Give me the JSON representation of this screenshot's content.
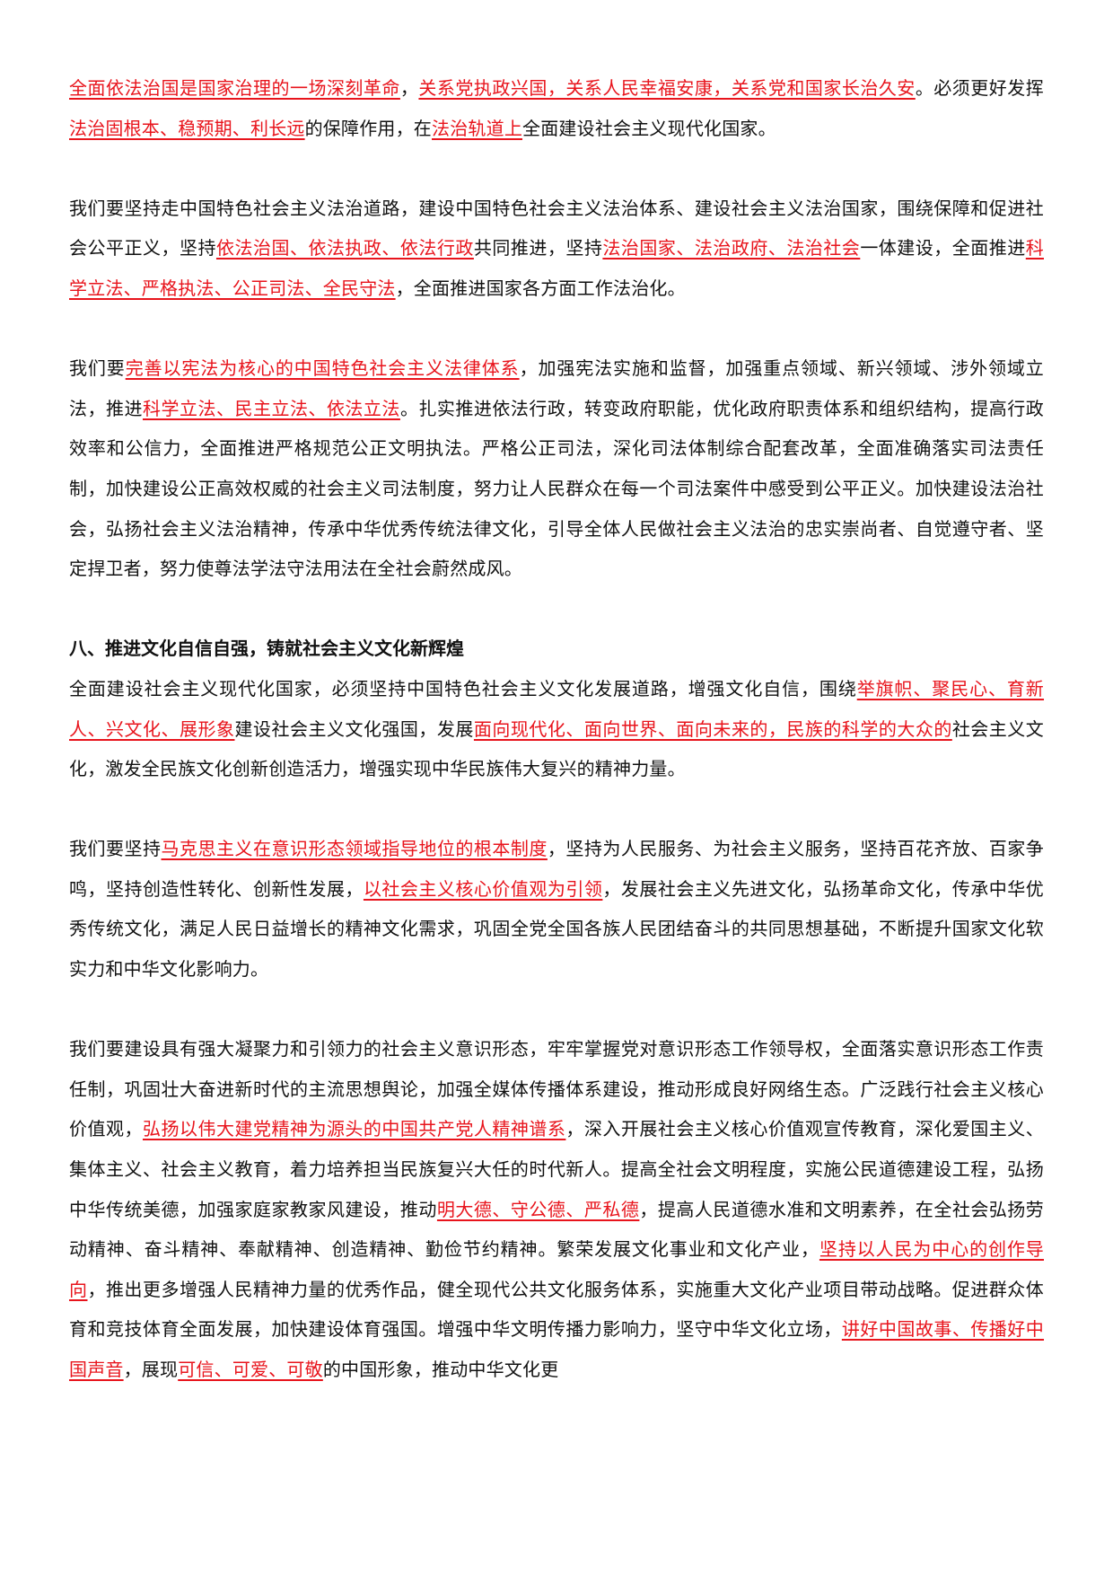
{
  "paragraphs": [
    {
      "segments": [
        {
          "t": "全面依法治国是国家治理的一场深刻革命",
          "hl": true
        },
        {
          "t": "，",
          "hl": false
        },
        {
          "t": "关系党执政兴国，关系人民幸福安康，关系党和国家长治久安",
          "hl": true
        },
        {
          "t": "。必须更好发挥",
          "hl": false
        },
        {
          "t": "法治固根本、稳预期、利长远",
          "hl": true
        },
        {
          "t": "的保障作用，在",
          "hl": false
        },
        {
          "t": "法治轨道上",
          "hl": true
        },
        {
          "t": "全面建设社会主义现代化国家。",
          "hl": false
        }
      ]
    },
    {
      "segments": [
        {
          "t": "我们要坚持走中国特色社会主义法治道路，建设中国特色社会主义法治体系、建设社会主义法治国家，围绕保障和促进社会公平正义，坚持",
          "hl": false
        },
        {
          "t": "依法治国、依法执政、依法行政",
          "hl": true
        },
        {
          "t": "共同推进，坚持",
          "hl": false
        },
        {
          "t": "法治国家、法治政府、法治社会",
          "hl": true
        },
        {
          "t": "一体建设，全面推进",
          "hl": false
        },
        {
          "t": "科学立法、严格执法、公正司法、全民守法",
          "hl": true
        },
        {
          "t": "，全面推进国家各方面工作法治化。",
          "hl": false
        }
      ]
    },
    {
      "segments": [
        {
          "t": "我们要",
          "hl": false
        },
        {
          "t": "完善以宪法为核心的中国特色社会主义法律体系",
          "hl": true
        },
        {
          "t": "，加强宪法实施和监督，加强重点领域、新兴领域、涉外领域立法，推进",
          "hl": false
        },
        {
          "t": "科学立法、民主立法、依法立法",
          "hl": true
        },
        {
          "t": "。扎实推进依法行政，转变政府职能，优化政府职责体系和组织结构，提高行政效率和公信力，全面推进严格规范公正文明执法。严格公正司法，深化司法体制综合配套改革，全面准确落实司法责任制，加快建设公正高效权威的社会主义司法制度，努力让人民群众在每一个司法案件中感受到公平正义。加快建设法治社会，弘扬社会主义法治精神，传承中华优秀传统法律文化，引导全体人民做社会主义法治的忠实崇尚者、自觉遵守者、坚定捍卫者，努力使尊法学法守法用法在全社会蔚然成风。",
          "hl": false
        }
      ]
    },
    {
      "heading": "八、推进文化自信自强，铸就社会主义文化新辉煌",
      "segments": [
        {
          "t": "全面建设社会主义现代化国家，必须坚持中国特色社会主义文化发展道路，增强文化自信，围绕",
          "hl": false
        },
        {
          "t": "举旗帜、聚民心、育新人、兴文化、展形象",
          "hl": true
        },
        {
          "t": "建设社会主义文化强国，发展",
          "hl": false
        },
        {
          "t": "面向现代化、面向世界、面向未来的，民族的科学的大众的",
          "hl": true
        },
        {
          "t": "社会主义文化，激发全民族文化创新创造活力，增强实现中华民族伟大复兴的精神力量。",
          "hl": false
        }
      ]
    },
    {
      "segments": [
        {
          "t": "我们要坚持",
          "hl": false
        },
        {
          "t": "马克思主义在意识形态领域指导地位的根本制度",
          "hl": true
        },
        {
          "t": "，坚持为人民服务、为社会主义服务，坚持百花齐放、百家争鸣，坚持创造性转化、创新性发展，",
          "hl": false
        },
        {
          "t": "以社会主义核心价值观为引领",
          "hl": true
        },
        {
          "t": "，发展社会主义先进文化，弘扬革命文化，传承中华优秀传统文化，满足人民日益增长的精神文化需求，巩固全党全国各族人民团结奋斗的共同思想基础，不断提升国家文化软实力和中华文化影响力。",
          "hl": false
        }
      ]
    },
    {
      "segments": [
        {
          "t": "我们要建设具有强大凝聚力和引领力的社会主义意识形态，牢牢掌握党对意识形态工作领导权，全面落实意识形态工作责任制，巩固壮大奋进新时代的主流思想舆论，加强全媒体传播体系建设，推动形成良好网络生态。广泛践行社会主义核心价值观，",
          "hl": false
        },
        {
          "t": "弘扬以伟大建党精神为源头的中国共产党人精神谱系",
          "hl": true
        },
        {
          "t": "，深入开展社会主义核心价值观宣传教育，深化爱国主义、集体主义、社会主义教育，着力培养担当民族复兴大任的时代新人。提高全社会文明程度，实施公民道德建设工程，弘扬中华传统美德，加强家庭家教家风建设，推动",
          "hl": false
        },
        {
          "t": "明大德、守公德、严私德",
          "hl": true
        },
        {
          "t": "，提高人民道德水准和文明素养，在全社会弘扬劳动精神、奋斗精神、奉献精神、创造精神、勤俭节约精神。繁荣发展文化事业和文化产业，",
          "hl": false
        },
        {
          "t": "坚持以人民为中心的创作导向",
          "hl": true
        },
        {
          "t": "，推出更多增强人民精神力量的优秀作品，健全现代公共文化服务体系，实施重大文化产业项目带动战略。促进群众体育和竞技体育全面发展，加快建设体育强国。增强中华文明传播力影响力，坚守中华文化立场，",
          "hl": false
        },
        {
          "t": "讲好中国故事、传播好中国声音",
          "hl": true
        },
        {
          "t": "，展现",
          "hl": false
        },
        {
          "t": "可信、可爱、可敬",
          "hl": true
        },
        {
          "t": "的中国形象，推动中华文化更",
          "hl": false
        }
      ]
    }
  ]
}
